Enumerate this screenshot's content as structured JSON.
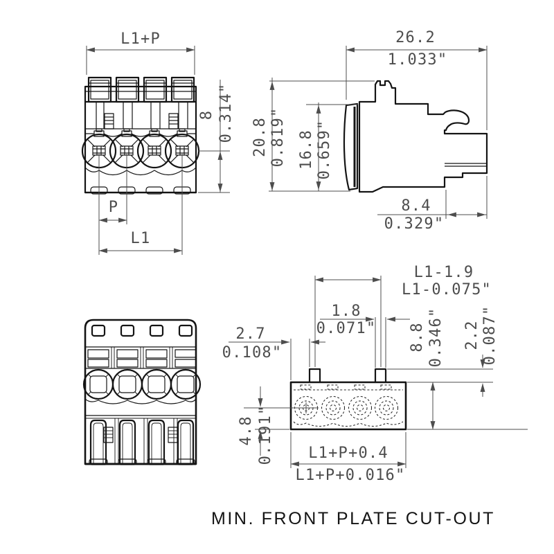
{
  "title": "MIN. FRONT PLATE CUT-OUT",
  "front": {
    "width": "L1+P",
    "height_mm": "8",
    "height_in": "0.314\"",
    "pitch": "P",
    "length": "L1"
  },
  "side": {
    "width_mm": "26.2",
    "width_in": "1.033\"",
    "height_mm": "20.8",
    "height_in": "0.819\"",
    "inner_mm": "16.8",
    "inner_in": "0.659\"",
    "depth_mm": "8.4",
    "depth_in": "0.329\""
  },
  "cutout": {
    "span_mm": "L1-1.9",
    "span_in": "L1-0.075\"",
    "slot_mm": "1.8",
    "slot_in": "0.071\"",
    "offset_mm": "2.7",
    "offset_in": "0.108\"",
    "height_mm": "8.8",
    "height_in": "0.346\"",
    "tab_mm": "2.2",
    "tab_in": "0.087\"",
    "center_mm": "4.8",
    "center_in": "0.191\"",
    "width_mm": "L1+P+0.4",
    "width_in": "L1+P+0.016\""
  }
}
